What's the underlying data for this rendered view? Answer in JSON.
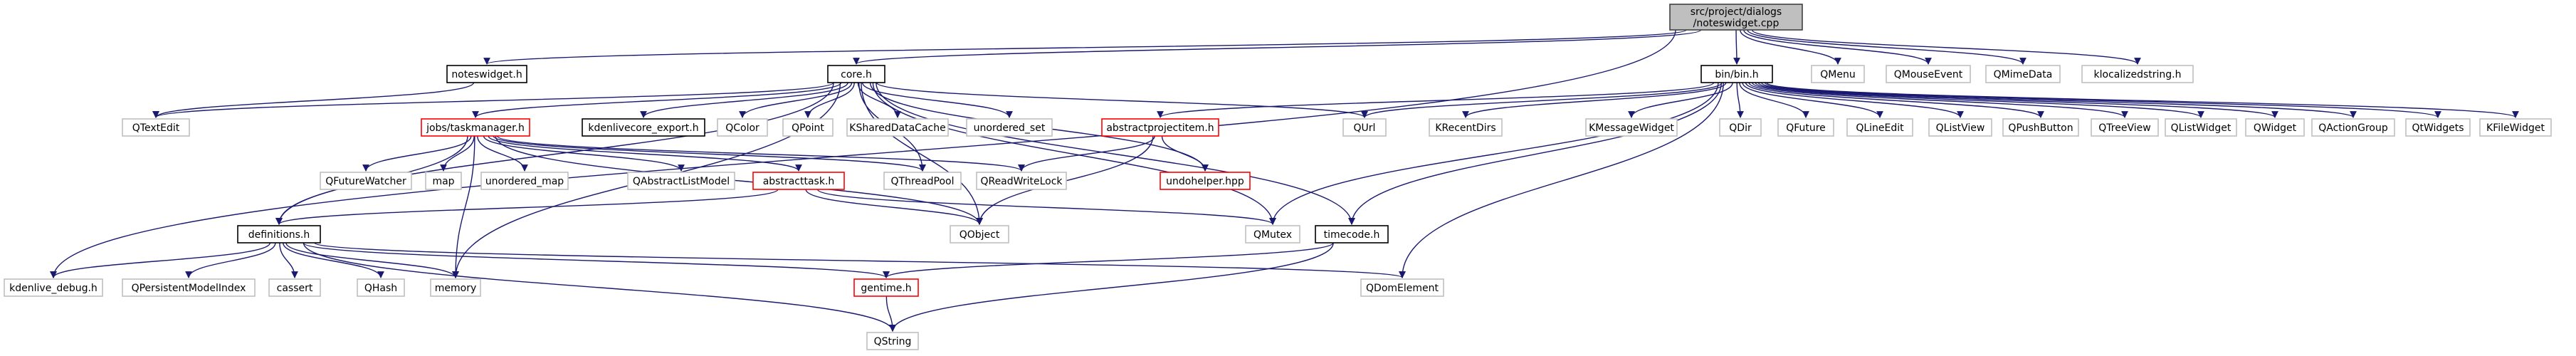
{
  "colors": {
    "edge": "#191970",
    "edge_light": "#7f7f7f",
    "node_border_default": "#bfbfbf",
    "node_border_linked": "#000000",
    "node_border_incomplete": "#ff0000",
    "root_fill": "#bfbfbf",
    "root_border": "#404040",
    "node_fill": "#ffffff"
  },
  "nodes": [
    {
      "id": "root",
      "lines": [
        "src/project/dialogs",
        "/noteswidget.cpp"
      ],
      "style": "root"
    },
    {
      "id": "noteswidget_h",
      "lines": [
        "noteswidget.h"
      ],
      "style": "linked"
    },
    {
      "id": "core_h",
      "lines": [
        "core.h"
      ],
      "style": "linked"
    },
    {
      "id": "bin_h",
      "lines": [
        "bin/bin.h"
      ],
      "style": "linked"
    },
    {
      "id": "qmenu",
      "lines": [
        "QMenu"
      ],
      "style": "default"
    },
    {
      "id": "qmouseevent",
      "lines": [
        "QMouseEvent"
      ],
      "style": "default"
    },
    {
      "id": "qmimedata",
      "lines": [
        "QMimeData"
      ],
      "style": "default"
    },
    {
      "id": "klocalizedstring_h",
      "lines": [
        "klocalizedstring.h"
      ],
      "style": "default"
    },
    {
      "id": "qtextedit",
      "lines": [
        "QTextEdit"
      ],
      "style": "default"
    },
    {
      "id": "jobs_taskmanager_h",
      "lines": [
        "jobs/taskmanager.h"
      ],
      "style": "incomplete"
    },
    {
      "id": "kdenlivecore_export_h",
      "lines": [
        "kdenlivecore_export.h"
      ],
      "style": "linked"
    },
    {
      "id": "qcolor",
      "lines": [
        "QColor"
      ],
      "style": "default"
    },
    {
      "id": "qpoint",
      "lines": [
        "QPoint"
      ],
      "style": "default"
    },
    {
      "id": "kshareddatacache",
      "lines": [
        "KSharedDataCache"
      ],
      "style": "default"
    },
    {
      "id": "unordered_set",
      "lines": [
        "unordered_set"
      ],
      "style": "default"
    },
    {
      "id": "qurl",
      "lines": [
        "QUrl"
      ],
      "style": "default"
    },
    {
      "id": "abstractprojectitem_h",
      "lines": [
        "abstractprojectitem.h"
      ],
      "style": "incomplete"
    },
    {
      "id": "krecentdirs",
      "lines": [
        "KRecentDirs"
      ],
      "style": "default"
    },
    {
      "id": "kmessagewidget",
      "lines": [
        "KMessageWidget"
      ],
      "style": "default"
    },
    {
      "id": "qdir",
      "lines": [
        "QDir"
      ],
      "style": "default"
    },
    {
      "id": "qfuture",
      "lines": [
        "QFuture"
      ],
      "style": "default"
    },
    {
      "id": "qlineedit",
      "lines": [
        "QLineEdit"
      ],
      "style": "default"
    },
    {
      "id": "qlistview",
      "lines": [
        "QListView"
      ],
      "style": "default"
    },
    {
      "id": "qpushbutton",
      "lines": [
        "QPushButton"
      ],
      "style": "default"
    },
    {
      "id": "qtreeview",
      "lines": [
        "QTreeView"
      ],
      "style": "default"
    },
    {
      "id": "qlistwidget",
      "lines": [
        "QListWidget"
      ],
      "style": "default"
    },
    {
      "id": "qwidget",
      "lines": [
        "QWidget"
      ],
      "style": "default"
    },
    {
      "id": "qactiongroup",
      "lines": [
        "QActionGroup"
      ],
      "style": "default"
    },
    {
      "id": "qtwidgets",
      "lines": [
        "QtWidgets"
      ],
      "style": "default"
    },
    {
      "id": "kfilewidget",
      "lines": [
        "KFileWidget"
      ],
      "style": "default"
    },
    {
      "id": "qfuturewatcher",
      "lines": [
        "QFutureWatcher"
      ],
      "style": "default"
    },
    {
      "id": "map",
      "lines": [
        "map"
      ],
      "style": "default"
    },
    {
      "id": "unordered_map",
      "lines": [
        "unordered_map"
      ],
      "style": "default"
    },
    {
      "id": "qabstractlistmodel",
      "lines": [
        "QAbstractListModel"
      ],
      "style": "default"
    },
    {
      "id": "abstracttask_h",
      "lines": [
        "abstracttask.h"
      ],
      "style": "incomplete"
    },
    {
      "id": "qthreadpool",
      "lines": [
        "QThreadPool"
      ],
      "style": "default"
    },
    {
      "id": "qreadwritelock",
      "lines": [
        "QReadWriteLock"
      ],
      "style": "default"
    },
    {
      "id": "undohelper_hpp",
      "lines": [
        "undohelper.hpp"
      ],
      "style": "incomplete"
    },
    {
      "id": "definitions_h",
      "lines": [
        "definitions.h"
      ],
      "style": "linked"
    },
    {
      "id": "qobject",
      "lines": [
        "QObject"
      ],
      "style": "default"
    },
    {
      "id": "qmutex",
      "lines": [
        "QMutex"
      ],
      "style": "default"
    },
    {
      "id": "timecode_h",
      "lines": [
        "timecode.h"
      ],
      "style": "linked"
    },
    {
      "id": "kdenlive_debug_h",
      "lines": [
        "kdenlive_debug.h"
      ],
      "style": "default"
    },
    {
      "id": "qpersistentmodelindex",
      "lines": [
        "QPersistentModelIndex"
      ],
      "style": "default"
    },
    {
      "id": "cassert",
      "lines": [
        "cassert"
      ],
      "style": "default"
    },
    {
      "id": "qhash",
      "lines": [
        "QHash"
      ],
      "style": "default"
    },
    {
      "id": "memory",
      "lines": [
        "memory"
      ],
      "style": "default"
    },
    {
      "id": "gentime_h",
      "lines": [
        "gentime.h"
      ],
      "style": "incomplete"
    },
    {
      "id": "qdomelement",
      "lines": [
        "QDomElement"
      ],
      "style": "default"
    },
    {
      "id": "qstring",
      "lines": [
        "QString"
      ],
      "style": "default"
    }
  ],
  "edges": [
    [
      "root",
      "noteswidget_h"
    ],
    [
      "root",
      "core_h"
    ],
    [
      "root",
      "bin_h"
    ],
    [
      "root",
      "qmenu"
    ],
    [
      "root",
      "qmouseevent"
    ],
    [
      "root",
      "qmimedata"
    ],
    [
      "root",
      "klocalizedstring_h"
    ],
    [
      "root",
      "kdenlive_debug_h"
    ],
    [
      "noteswidget_h",
      "qtextedit"
    ],
    [
      "core_h",
      "qtextedit"
    ],
    [
      "core_h",
      "definitions_h"
    ],
    [
      "core_h",
      "jobs_taskmanager_h"
    ],
    [
      "core_h",
      "kdenlivecore_export_h"
    ],
    [
      "core_h",
      "qcolor"
    ],
    [
      "core_h",
      "qpoint"
    ],
    [
      "core_h",
      "kshareddatacache"
    ],
    [
      "core_h",
      "unordered_set"
    ],
    [
      "core_h",
      "qurl"
    ],
    [
      "core_h",
      "undohelper_hpp"
    ],
    [
      "core_h",
      "qobject"
    ],
    [
      "core_h",
      "qmutex"
    ],
    [
      "core_h",
      "timecode_h"
    ],
    [
      "core_h",
      "memory"
    ],
    [
      "core_h",
      "qthreadpool"
    ],
    [
      "bin_h",
      "abstractprojectitem_h"
    ],
    [
      "bin_h",
      "qurl"
    ],
    [
      "bin_h",
      "krecentdirs"
    ],
    [
      "bin_h",
      "kmessagewidget"
    ],
    [
      "bin_h",
      "qdir"
    ],
    [
      "bin_h",
      "qfuture"
    ],
    [
      "bin_h",
      "qlineedit"
    ],
    [
      "bin_h",
      "qlistview"
    ],
    [
      "bin_h",
      "qpushbutton"
    ],
    [
      "bin_h",
      "qtreeview"
    ],
    [
      "bin_h",
      "qlistwidget"
    ],
    [
      "bin_h",
      "qwidget"
    ],
    [
      "bin_h",
      "qactiongroup"
    ],
    [
      "bin_h",
      "qtwidgets"
    ],
    [
      "bin_h",
      "kfilewidget"
    ],
    [
      "bin_h",
      "qmutex"
    ],
    [
      "bin_h",
      "timecode_h"
    ],
    [
      "bin_h",
      "qdomelement"
    ],
    [
      "jobs_taskmanager_h",
      "qfuturewatcher"
    ],
    [
      "jobs_taskmanager_h",
      "map"
    ],
    [
      "jobs_taskmanager_h",
      "unordered_map"
    ],
    [
      "jobs_taskmanager_h",
      "qabstractlistmodel"
    ],
    [
      "jobs_taskmanager_h",
      "abstracttask_h"
    ],
    [
      "jobs_taskmanager_h",
      "qthreadpool"
    ],
    [
      "jobs_taskmanager_h",
      "qreadwritelock"
    ],
    [
      "jobs_taskmanager_h",
      "definitions_h"
    ],
    [
      "jobs_taskmanager_h",
      "memory"
    ],
    [
      "jobs_taskmanager_h",
      "qobject"
    ],
    [
      "abstractprojectitem_h",
      "qreadwritelock"
    ],
    [
      "abstractprojectitem_h",
      "undohelper_hpp"
    ],
    [
      "abstractprojectitem_h",
      "qobject"
    ],
    [
      "abstracttask_h",
      "definitions_h"
    ],
    [
      "abstracttask_h",
      "qobject"
    ],
    [
      "abstracttask_h",
      "qmutex"
    ],
    [
      "definitions_h",
      "kdenlive_debug_h"
    ],
    [
      "definitions_h",
      "qpersistentmodelindex"
    ],
    [
      "definitions_h",
      "cassert"
    ],
    [
      "definitions_h",
      "qhash"
    ],
    [
      "definitions_h",
      "memory"
    ],
    [
      "definitions_h",
      "gentime_h"
    ],
    [
      "definitions_h",
      "qdomelement"
    ],
    [
      "definitions_h",
      "qstring"
    ],
    [
      "timecode_h",
      "gentime_h"
    ],
    [
      "timecode_h",
      "qstring"
    ],
    [
      "gentime_h",
      "qstring"
    ]
  ]
}
